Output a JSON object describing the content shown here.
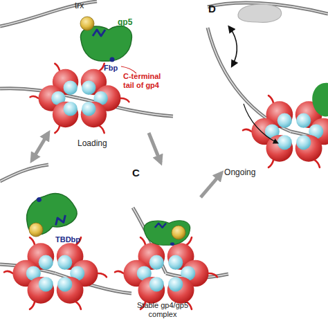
{
  "diagram": {
    "nodes": [
      {
        "text": [
          "trx",
          "gp5",
          "Fbp",
          "C-terminal tail of gp4"
        ]
      },
      {
        "text": [
          "TBDbp"
        ]
      },
      {
        "text": [
          "C",
          "Stable gp4/gp5 complex"
        ]
      },
      {
        "text": [
          "D"
        ]
      }
    ],
    "edges": [
      {
        "from": 0,
        "to": 1,
        "arrow": "both"
      },
      {
        "from": 0,
        "to": 2,
        "arrow": "to"
      },
      {
        "from": 2,
        "to": 3,
        "label": "Ongoing",
        "arrow": "to"
      }
    ],
    "labels": [
      "Loading"
    ]
  }
}
